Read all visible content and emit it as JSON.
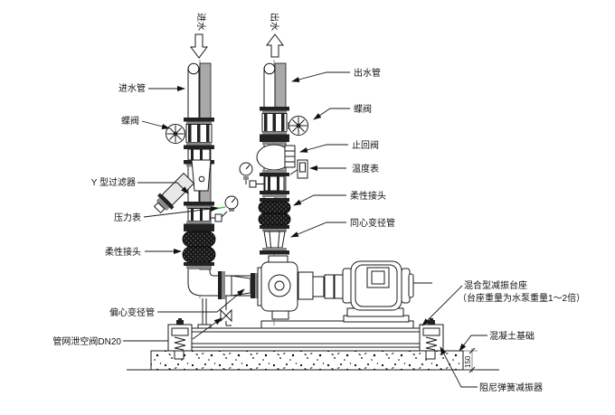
{
  "diagram": {
    "flow": {
      "inlet": "进水",
      "outlet": "出水"
    },
    "labels_left": {
      "inlet_pipe": "进水管",
      "butterfly_valve": "蝶阀",
      "y_strainer": "Y 型过滤器",
      "pressure_gauge": "压力表",
      "flexible_joint": "柔性接头",
      "eccentric_reducer": "偏心变径管",
      "network_drain_valve": "管网泄空阀DN20"
    },
    "labels_right": {
      "outlet_pipe": "出水管",
      "butterfly_valve": "蝶阀",
      "check_valve": "止回阀",
      "temperature_gauge": "温度表",
      "flexible_joint": "柔性接头",
      "concentric_reducer": "同心变径管",
      "vibration_pedestal": "混合型减振台座",
      "vibration_pedestal_note": "（台座重量为水泵重量1～2倍）",
      "concrete_foundation": "混凝土基础",
      "damping_spring_isolator": "阻尼弹簧减振器"
    },
    "dimensions": {
      "foundation_height": "150"
    },
    "colors": {
      "line": "#1a1a1a",
      "pipe_gray": "#a9a9a9",
      "bellows_dark": "#161616",
      "snap_green": "#2ecc40",
      "background": "#ffffff"
    }
  }
}
